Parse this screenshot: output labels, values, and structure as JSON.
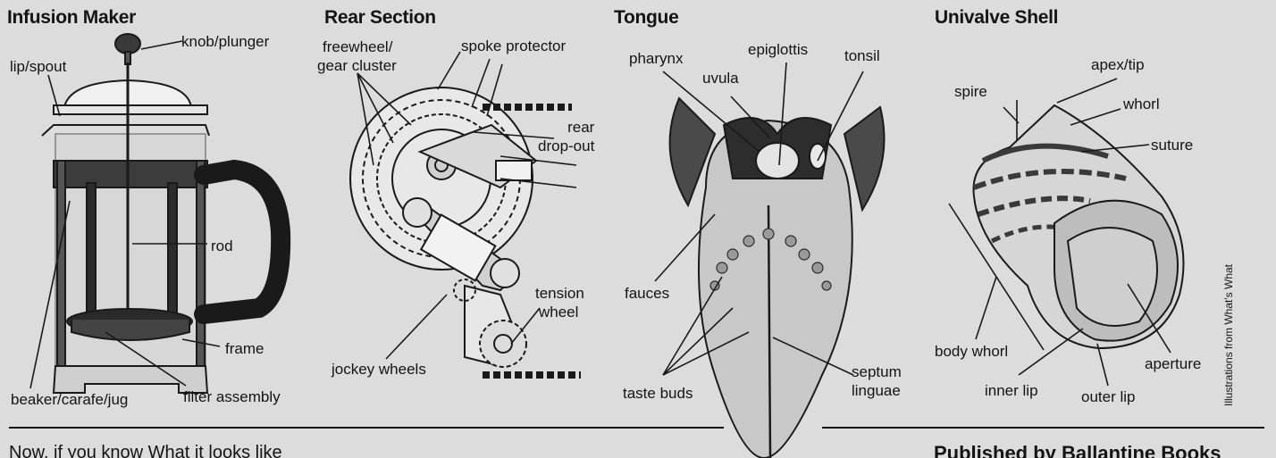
{
  "sections": [
    {
      "title": "Infusion Maker",
      "labels": {
        "knob": "knob/plunger",
        "lip": "lip/spout",
        "rod": "rod",
        "frame": "frame",
        "beaker": "beaker/carafe/jug",
        "filter": "filter assembly"
      }
    },
    {
      "title": "Rear Section",
      "labels": {
        "freewheel_1": "freewheel/",
        "freewheel_2": "gear cluster",
        "spoke": "spoke protector",
        "dropout_1": "rear",
        "dropout_2": "drop-out",
        "tension_1": "tension",
        "tension_2": "wheel",
        "jockey": "jockey wheels"
      }
    },
    {
      "title": "Tongue",
      "labels": {
        "pharynx": "pharynx",
        "uvula": "uvula",
        "epiglottis": "epiglottis",
        "tonsil": "tonsil",
        "fauces": "fauces",
        "taste": "taste buds",
        "septum_1": "septum",
        "septum_2": "linguae"
      }
    },
    {
      "title": "Univalve Shell",
      "labels": {
        "apex": "apex/tip",
        "spire": "spire",
        "whorl": "whorl",
        "suture": "suture",
        "body": "body whorl",
        "inner": "inner lip",
        "outer": "outer lip",
        "aperture": "aperture"
      }
    }
  ],
  "credit": "Illustrations from What's What",
  "footer": {
    "left": "Now, if you know What it looks like",
    "right": "Published by Ballantine Books"
  }
}
